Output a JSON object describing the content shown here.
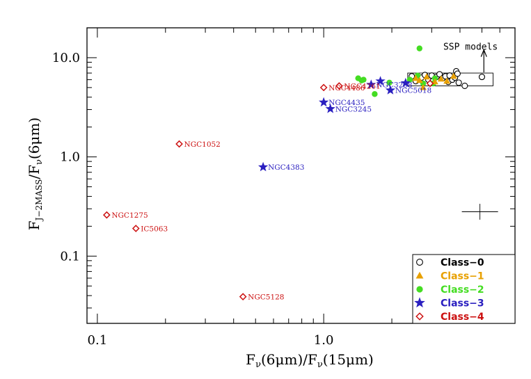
{
  "chart_data": {
    "type": "scatter",
    "xscale": "log",
    "yscale": "log",
    "xlim": [
      0.09,
      7.0
    ],
    "ylim": [
      0.021,
      20.0
    ],
    "xticks": [
      {
        "value": 0.1,
        "label": "0.1"
      },
      {
        "value": 1.0,
        "label": "1.0"
      }
    ],
    "yticks": [
      {
        "value": 0.1,
        "label": "0.1"
      },
      {
        "value": 1.0,
        "label": "1.0"
      },
      {
        "value": 10.0,
        "label": "10.0"
      }
    ],
    "xlabel": {
      "main": "F",
      "sub1": "ν",
      "mid": "(6μm)/F",
      "sub2": "ν",
      "end": "(15μm)"
    },
    "ylabel": {
      "main": "F",
      "sub1": "J−2MASS",
      "mid": "/F",
      "sub2": "ν",
      "end": "(6μm)"
    },
    "legend": {
      "position": "bottom-right",
      "entries": [
        {
          "name": "Class−0",
          "marker": "circle-open",
          "color": "#000000"
        },
        {
          "name": "Class−1",
          "marker": "triangle",
          "color": "#e8a000"
        },
        {
          "name": "Class−2",
          "marker": "circle",
          "color": "#44dd22"
        },
        {
          "name": "Class−3",
          "marker": "star",
          "color": "#2a1fc0"
        },
        {
          "name": "Class−4",
          "marker": "diamond-open",
          "color": "#cc1111"
        }
      ]
    },
    "series": [
      {
        "name": "Class−0",
        "points": [
          {
            "x": 2.45,
            "y": 6.5
          },
          {
            "x": 2.55,
            "y": 5.8
          },
          {
            "x": 2.7,
            "y": 6.3
          },
          {
            "x": 2.8,
            "y": 6.7
          },
          {
            "x": 2.9,
            "y": 6.0
          },
          {
            "x": 3.0,
            "y": 6.6
          },
          {
            "x": 3.05,
            "y": 5.9
          },
          {
            "x": 3.15,
            "y": 6.4
          },
          {
            "x": 3.25,
            "y": 6.8
          },
          {
            "x": 3.35,
            "y": 6.2
          },
          {
            "x": 3.45,
            "y": 6.5
          },
          {
            "x": 3.55,
            "y": 5.7
          },
          {
            "x": 3.6,
            "y": 6.6
          },
          {
            "x": 3.7,
            "y": 6.0
          },
          {
            "x": 3.8,
            "y": 6.3
          },
          {
            "x": 3.85,
            "y": 7.3
          },
          {
            "x": 3.9,
            "y": 6.9
          },
          {
            "x": 3.95,
            "y": 5.6
          },
          {
            "x": 4.2,
            "y": 5.2
          },
          {
            "x": 5.0,
            "y": 6.4
          }
        ]
      },
      {
        "name": "Class−1",
        "points": [
          {
            "x": 2.55,
            "y": 6.2
          },
          {
            "x": 2.65,
            "y": 5.9
          },
          {
            "x": 2.75,
            "y": 5.0
          },
          {
            "x": 2.85,
            "y": 6.4
          },
          {
            "x": 3.1,
            "y": 5.7
          },
          {
            "x": 3.3,
            "y": 6.1
          },
          {
            "x": 3.5,
            "y": 5.8
          },
          {
            "x": 3.75,
            "y": 6.5
          }
        ]
      },
      {
        "name": "Class−2",
        "points": [
          {
            "x": 1.42,
            "y": 6.2
          },
          {
            "x": 1.47,
            "y": 5.9
          },
          {
            "x": 1.5,
            "y": 6.0
          },
          {
            "x": 1.68,
            "y": 4.3
          },
          {
            "x": 1.95,
            "y": 5.6
          },
          {
            "x": 2.4,
            "y": 6.0
          },
          {
            "x": 2.6,
            "y": 6.6
          },
          {
            "x": 2.65,
            "y": 12.4
          },
          {
            "x": 2.75,
            "y": 5.5
          },
          {
            "x": 3.05,
            "y": 5.5
          },
          {
            "x": 3.1,
            "y": 6.2
          }
        ]
      },
      {
        "name": "Class−3",
        "points": [
          {
            "x": 1.0,
            "y": 3.55,
            "label": "NGC4435"
          },
          {
            "x": 1.07,
            "y": 3.05,
            "label": "NGC3245"
          },
          {
            "x": 1.62,
            "y": 5.35,
            "label": "NGC3258"
          },
          {
            "x": 1.78,
            "y": 5.8
          },
          {
            "x": 1.97,
            "y": 4.7,
            "label": "NGC5018"
          },
          {
            "x": 2.3,
            "y": 5.55
          },
          {
            "x": 0.54,
            "y": 0.79,
            "label": "NGC4383"
          }
        ]
      },
      {
        "name": "Class−4",
        "points": [
          {
            "x": 1.0,
            "y": 5.0,
            "label": "NGC4486"
          },
          {
            "x": 1.17,
            "y": 5.2,
            "label": "NGC4261"
          },
          {
            "x": 2.95,
            "y": 5.5
          },
          {
            "x": 0.23,
            "y": 1.35,
            "label": "NGC1052"
          },
          {
            "x": 0.11,
            "y": 0.26,
            "label": "NGC1275"
          },
          {
            "x": 0.148,
            "y": 0.19,
            "label": "IC5063"
          },
          {
            "x": 0.44,
            "y": 0.039,
            "label": "NGC5128"
          }
        ]
      }
    ],
    "ssp_box": {
      "x": [
        2.35,
        5.6
      ],
      "y": [
        5.2,
        7.0
      ]
    },
    "annotation": {
      "text": "SSP models",
      "x": 5.1,
      "y": 7.4
    },
    "error_bar": {
      "x": 4.9,
      "y": 0.28,
      "xerr_dex": 0.08,
      "yerr_dex": 0.08
    }
  }
}
